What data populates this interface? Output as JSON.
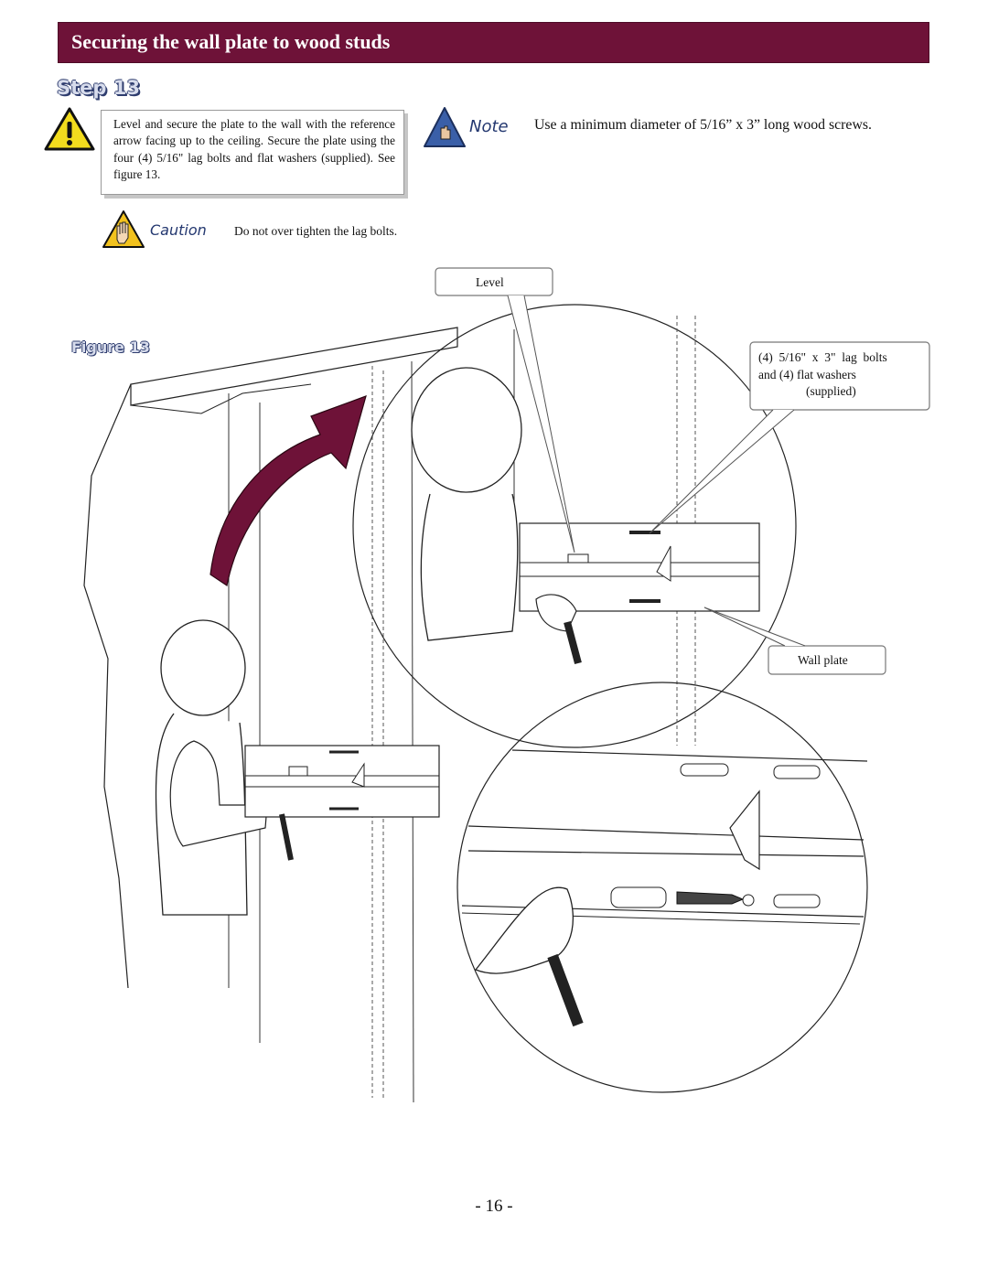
{
  "header": {
    "title": "Securing the wall plate to wood studs"
  },
  "step": {
    "label": "Step 13"
  },
  "warning": {
    "icon": "warning-triangle-icon",
    "text": "Level and secure the plate to the wall with the reference arrow facing up to the ceiling. Secure the plate using the four (4) 5/16\" lag bolts and flat washers (supplied). See figure 13."
  },
  "note": {
    "icon": "note-hand-icon",
    "label": "Note",
    "text": "Use a minimum diameter of 5/16” x 3” long wood screws."
  },
  "caution": {
    "icon": "caution-hand-icon",
    "label": "Caution",
    "text": "Do not over tighten the lag bolts."
  },
  "figure": {
    "label": "Figure 13",
    "callouts": {
      "level": "Level",
      "bolts_line1": "(4)  5/16\"  x  3\"  lag  bolts",
      "bolts_line2": "and (4) flat washers",
      "bolts_line3": "(supplied)",
      "wall_plate": "Wall plate"
    }
  },
  "footer": {
    "page_number": "- 16 -"
  },
  "colors": {
    "title_bar": "#6e1238",
    "accent_blue": "#243870",
    "warning_yellow": "#f2dc1e",
    "arrow": "#6e1238"
  }
}
